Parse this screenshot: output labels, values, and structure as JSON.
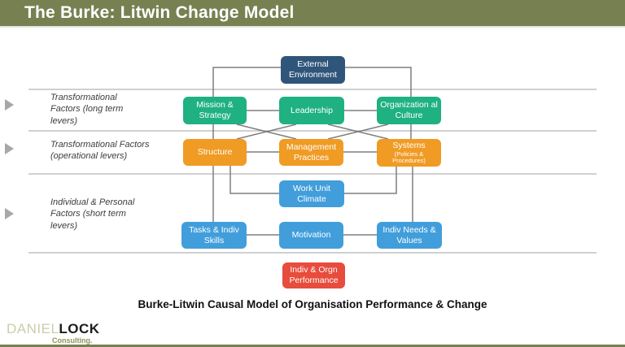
{
  "header": {
    "title": "The Burke: Litwin Change Model"
  },
  "factor_labels": [
    {
      "text": "Transformational Factors (long term levers)"
    },
    {
      "text": "Transformational Factors (operational levers)"
    },
    {
      "text": "Individual & Personal Factors (short term levers)"
    }
  ],
  "nodes": {
    "external": "External Environment",
    "mission": "Mission & Strategy",
    "leadership": "Leadership",
    "org_culture": "Organization al Culture",
    "structure": "Structure",
    "management": "Management Practices",
    "systems": "Systems",
    "systems_sub": "(Policies & Procedures)",
    "work_unit": "Work Unit Climate",
    "tasks": "Tasks & Indiv Skills",
    "motivation": "Motivation",
    "needs": "Indiv Needs & Values",
    "performance": "Indiv & Orgn Performance"
  },
  "caption": "Burke-Litwin Causal Model of Organisation Performance & Change",
  "logo": {
    "part1": "DANIEL",
    "part2": "LOCK",
    "tagline": "Consulting."
  },
  "colors": {
    "title_bar_olive": "#778050",
    "external_dark_blue": "#30557a",
    "transformational_green": "#1fb182",
    "operational_orange": "#f09b24",
    "individual_blue": "#419edb",
    "performance_red": "#e74c3c",
    "connector_gray": "#7f7f7f",
    "divider_gray": "#b3b3b3"
  }
}
